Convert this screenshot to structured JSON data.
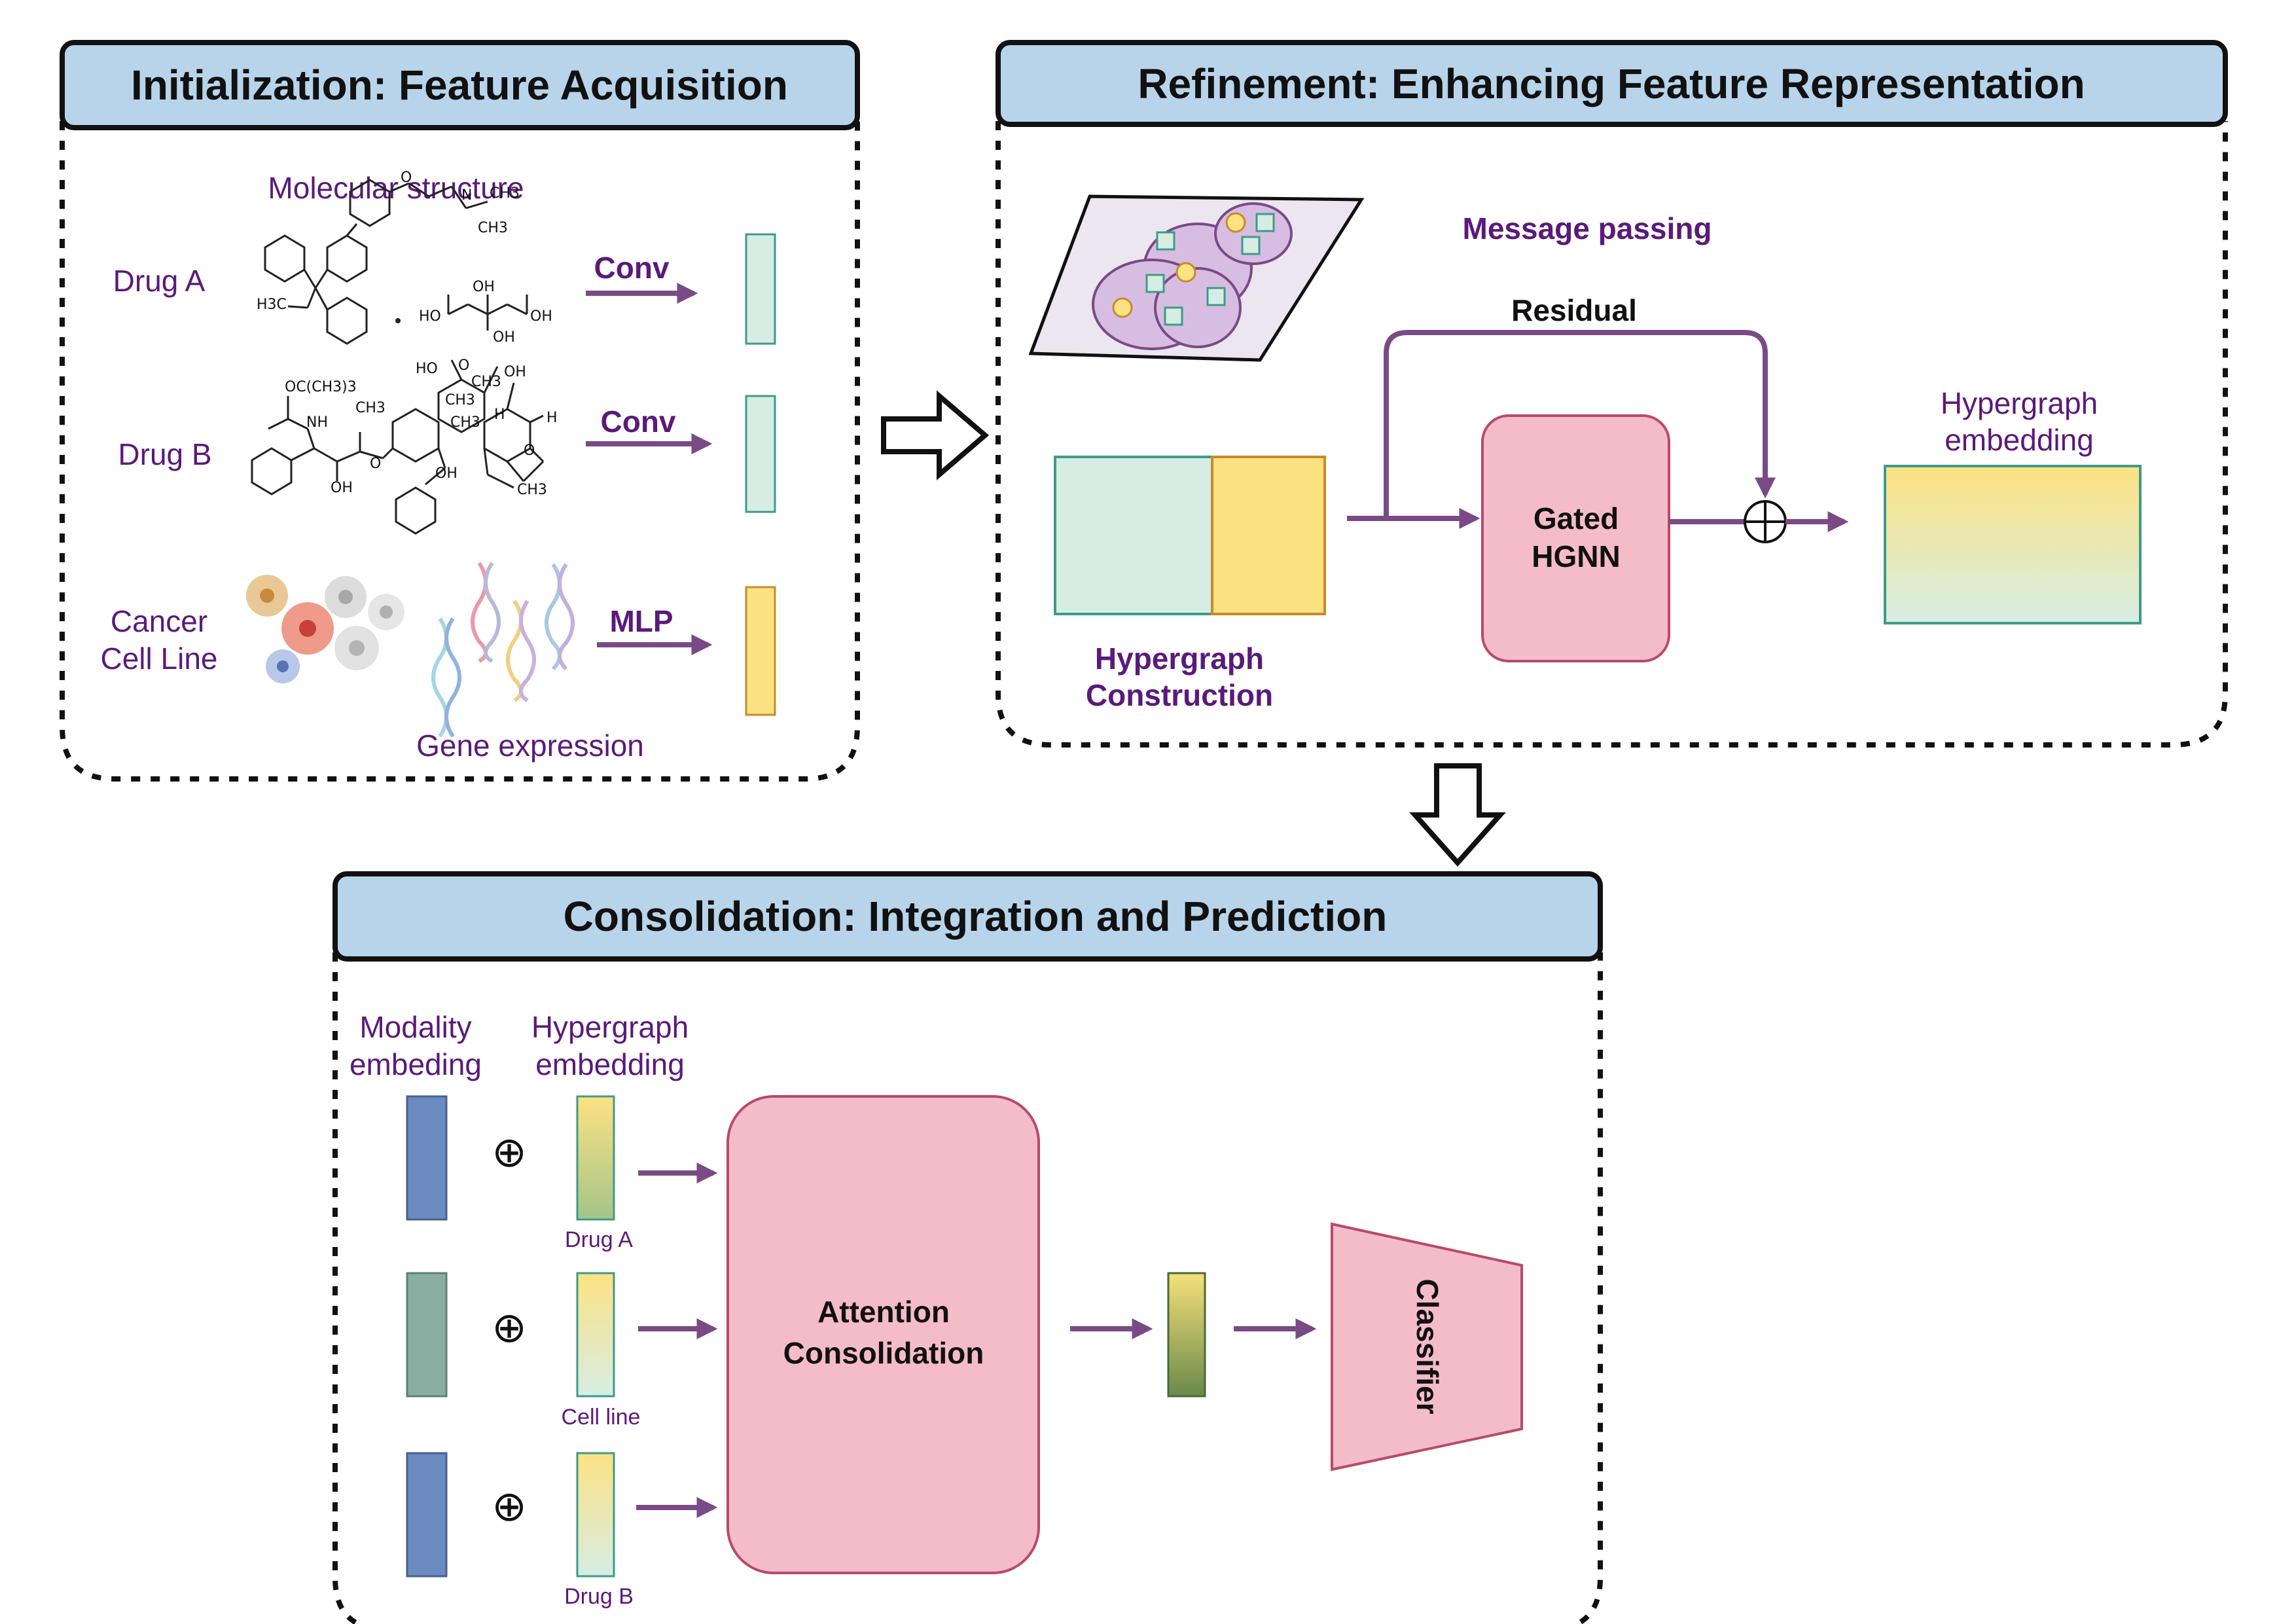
{
  "panels": {
    "init": {
      "title": "Initialization: Feature Acquisition",
      "molecular_structure": "Molecular structure",
      "drug_a": "Drug A",
      "drug_b": "Drug B",
      "cancer_line1": "Cancer",
      "cancer_line2": "Cell Line",
      "gene_expression": "Gene expression",
      "conv_a": "Conv",
      "conv_b": "Conv",
      "mlp": "MLP"
    },
    "refine": {
      "title": "Refinement: Enhancing Feature Representation",
      "message_passing": "Message passing",
      "residual": "Residual",
      "gated_line1": "Gated",
      "gated_line2": "HGNN",
      "hg_construction_line1": "Hypergraph",
      "hg_construction_line2": "Construction",
      "hg_embedding_line1": "Hypergraph",
      "hg_embedding_line2": "embedding"
    },
    "consolidate": {
      "title": "Consolidation: Integration and Prediction",
      "modality_line1": "Modality",
      "modality_line2": "embeding",
      "hg_line1": "Hypergraph",
      "hg_line2": "embedding",
      "drug_a": "Drug A",
      "cell_line": "Cell line",
      "drug_b": "Drug B",
      "attention_line1": "Attention",
      "attention_line2": "Consolidation",
      "classifier": "Classifier",
      "oplus": "⊕"
    }
  },
  "chemistry": {
    "ch3": "CH3",
    "n": "N",
    "h3c": "H3C",
    "oh": "OH",
    "o": "O",
    "ho": "HO",
    "boc": "OC(CH3)3",
    "nh": "NH",
    "h": "H"
  },
  "colors": {
    "header_fill": "#b8d4ea",
    "arrow": "#7a4a86",
    "text_purple": "#5a1a7a",
    "mint": "#d6ede4",
    "mint_stroke": "#3f9a8a",
    "yellow": "#fde283",
    "yellow_stroke": "#c98a2a",
    "pink": "#f4bcc8",
    "pink_stroke": "#b84a6a",
    "blue_modality": "#6c8bc0",
    "green_modality": "#8aafa2",
    "hyperedge_fill": "#d8bde2",
    "hyperedge_stroke": "#7a4a86"
  }
}
